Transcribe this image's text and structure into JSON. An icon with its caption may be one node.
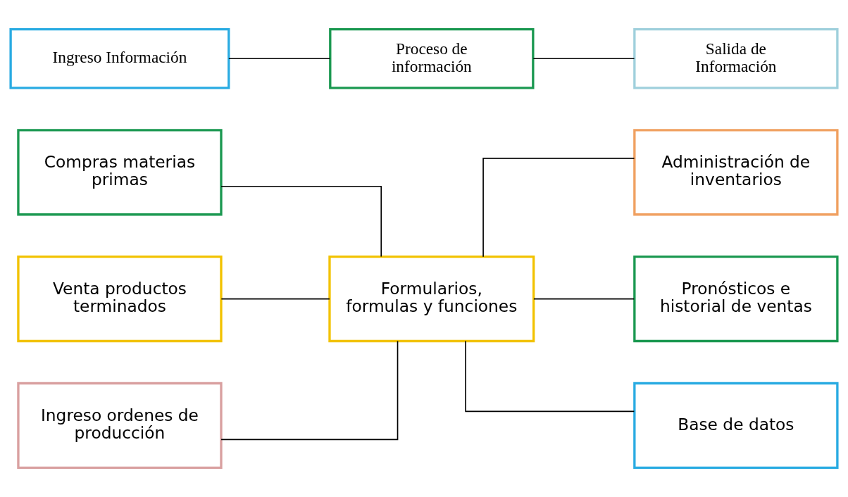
{
  "diagram": {
    "nodes": [
      {
        "text": [
          "Ingreso Información"
        ]
      },
      {
        "text": [
          "Proceso de información"
        ]
      },
      {
        "text": [
          "Salida de Información"
        ]
      },
      {
        "text": [
          "Compras materias primas"
        ]
      },
      {
        "text": [
          "Venta productos terminados"
        ]
      },
      {
        "text": [
          "Ingreso ordenes de producción"
        ]
      },
      {
        "text": [
          "Formularios, formulas y funciones"
        ]
      },
      {
        "text": [
          "Administración de inventarios"
        ]
      },
      {
        "text": [
          "Pronósticos e historial de ventas"
        ]
      },
      {
        "text": [
          "Base de datos"
        ]
      }
    ],
    "edges": [
      {
        "from": 0,
        "to": 1,
        "arrow": "none"
      },
      {
        "from": 1,
        "to": 2,
        "arrow": "none"
      },
      {
        "from": 3,
        "to": 6,
        "arrow": "none"
      },
      {
        "from": 4,
        "to": 6,
        "arrow": "none"
      },
      {
        "from": 5,
        "to": 6,
        "arrow": "none"
      },
      {
        "from": 6,
        "to": 7,
        "arrow": "none"
      },
      {
        "from": 6,
        "to": 8,
        "arrow": "none"
      },
      {
        "from": 6,
        "to": 9,
        "arrow": "none"
      }
    ]
  }
}
